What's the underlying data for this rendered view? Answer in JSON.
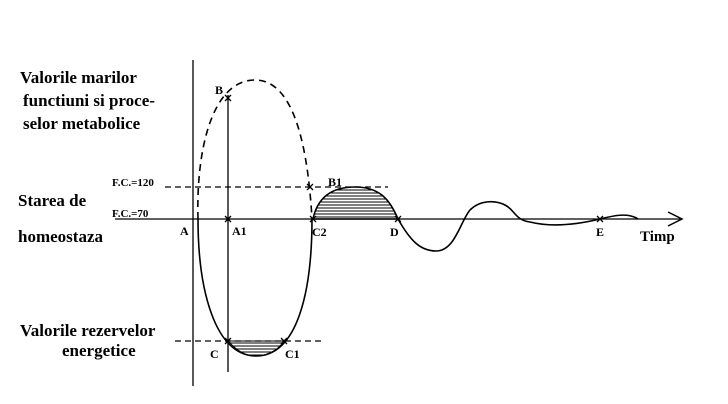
{
  "labels": {
    "top_left": [
      "Valorile marilor",
      "functiuni si proce-",
      "selor metabolice"
    ],
    "homeostasis": [
      "Starea de",
      "homeostaza"
    ],
    "reserves": [
      "Valorile rezervelor",
      "energetice"
    ],
    "fc120": "F.C.=120",
    "fc70": "F.C.=70",
    "time_axis": "Timp"
  },
  "points": {
    "A": "A",
    "A1": "A1",
    "B": "B",
    "B1": "B1",
    "C": "C",
    "C1": "C1",
    "C2": "C2",
    "D": "D",
    "E": "E"
  }
}
